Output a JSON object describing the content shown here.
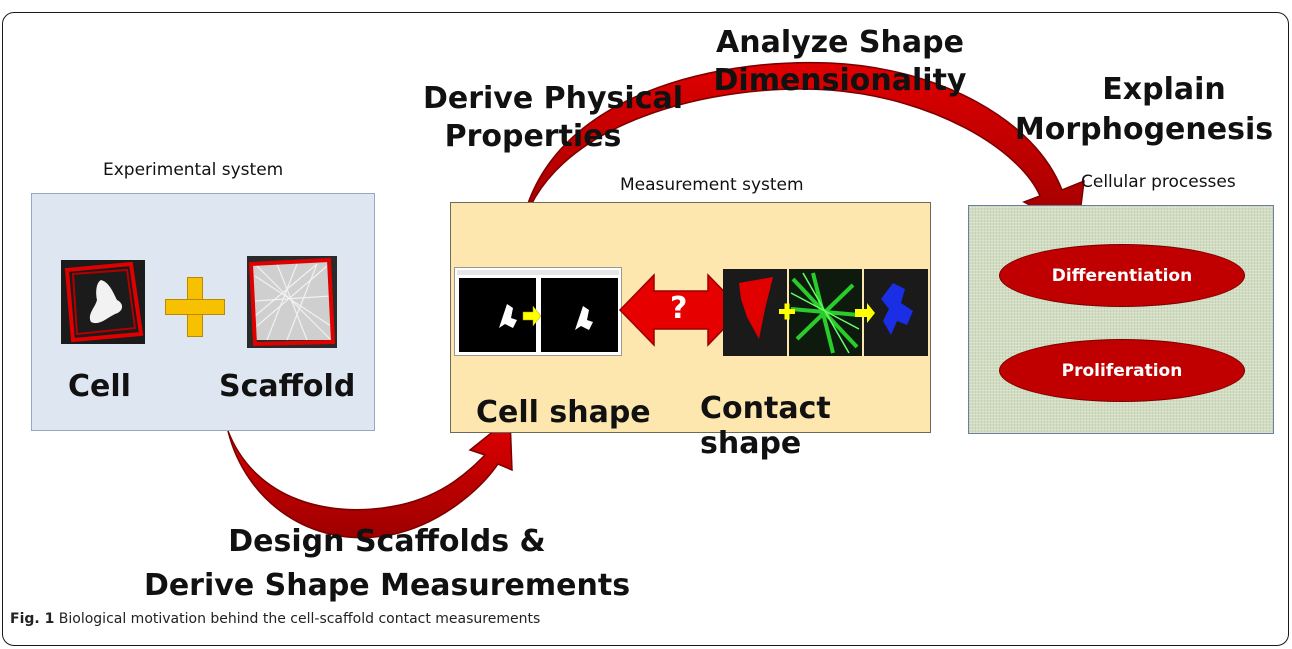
{
  "labels": {
    "derive_physical": [
      "Derive Physical",
      "Properties"
    ],
    "analyze_shape": [
      "Analyze Shape",
      "Dimensionality"
    ],
    "explain_morpho": [
      "Explain",
      "Morphogenesis"
    ],
    "design_scaffolds": [
      "Design Scaffolds &",
      "Derive Shape Measurements"
    ]
  },
  "panels": {
    "experimental": {
      "title": "Experimental system",
      "cell": "Cell",
      "scaffold": "Scaffold"
    },
    "measurement": {
      "title": "Measurement system",
      "cell_shape": "Cell shape",
      "contact_shape": "Contact shape",
      "question": "?"
    },
    "cellular": {
      "title": "Cellular processes",
      "items": [
        "Differentiation",
        "Proliferation"
      ]
    }
  },
  "caption": {
    "label": "Fig. 1",
    "text": " Biological motivation behind the cell-scaffold contact measurements"
  },
  "colors": {
    "arrow_red": "#d40000",
    "arrow_dark": "#8b0000",
    "plus_orange": "#f7c000",
    "ellipse_red": "#c00000"
  }
}
